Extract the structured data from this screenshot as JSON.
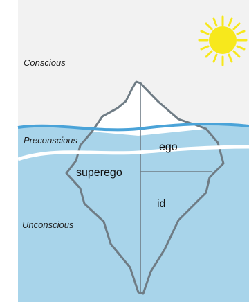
{
  "levels": {
    "conscious": "Conscious",
    "preconscious": "Preconscious",
    "unconscious": "Unconscious"
  },
  "parts": {
    "ego": "ego",
    "superego": "superego",
    "id": "id"
  },
  "icons": {
    "sun": "sun-icon"
  },
  "colors": {
    "sky": "#f2f2f2",
    "water": "#a8d4ea",
    "water_surface": "#4aa3d8",
    "iceberg_outline": "#6f7c85",
    "sun": "#f7e81c"
  }
}
